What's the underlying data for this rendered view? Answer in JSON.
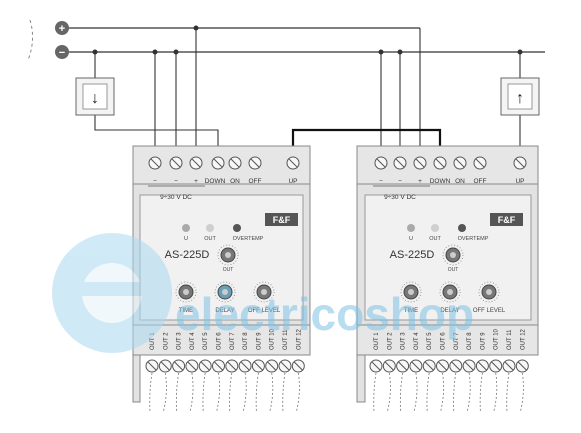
{
  "supply": {
    "plus": "+",
    "minus": "−"
  },
  "devices": [
    {
      "model": "AS-225D",
      "top_terminals": [
        "−",
        "−",
        "+",
        "DOWN",
        "ON",
        "OFF",
        "UP"
      ],
      "voltage": "9÷30 V DC",
      "leds": [
        "U",
        "OUT",
        "OVERTEMP"
      ],
      "knobs": [
        "TIME",
        "DELAY",
        "OFF LEVEL"
      ],
      "out_knob": "OUT",
      "logo": "F&F",
      "outputs": [
        "OUT 1",
        "OUT 2",
        "OUT 3",
        "OUT 4",
        "OUT 5",
        "OUT 6",
        "OUT 7",
        "OUT 8",
        "OUT 9",
        "OUT 10",
        "OUT 11",
        "OUT 12"
      ]
    },
    {
      "model": "AS-225D",
      "top_terminals": [
        "−",
        "−",
        "+",
        "DOWN",
        "ON",
        "OFF",
        "UP"
      ],
      "voltage": "9÷30 V DC",
      "leds": [
        "U",
        "OUT",
        "OVERTEMP"
      ],
      "knobs": [
        "TIME",
        "DELAY",
        "OFF LEVEL"
      ],
      "out_knob": "OUT",
      "logo": "F&F",
      "outputs": [
        "OUT 1",
        "OUT 2",
        "OUT 3",
        "OUT 4",
        "OUT 5",
        "OUT 6",
        "OUT 7",
        "OUT 8",
        "OUT 9",
        "OUT 10",
        "OUT 11",
        "OUT 12"
      ]
    }
  ],
  "switches": [
    {
      "arrow": "↓"
    },
    {
      "arrow": "↑"
    }
  ],
  "watermark": "electricoshop",
  "colors": {
    "wire": "#333333",
    "bridge": "#111111",
    "device": "#e3e3e3",
    "device_face": "#f1f1f1",
    "watermark": "#9fd3ef"
  }
}
